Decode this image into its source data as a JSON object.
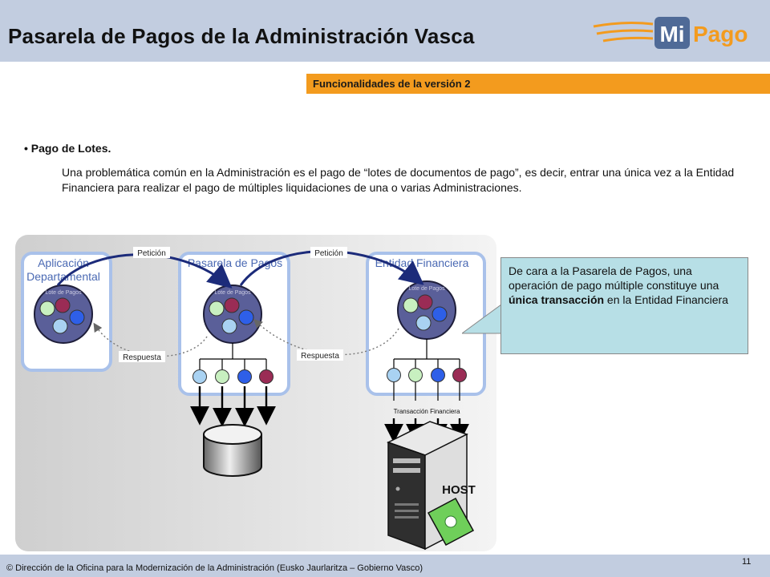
{
  "header": {
    "title": "Pasarela de Pagos de la Administración Vasca",
    "logo": {
      "part1": "Mi",
      "part2": "Pago",
      "color_mi": "#4f6a97",
      "color_pago": "#f39b1e"
    }
  },
  "section": {
    "label": "Funcionalidades de la versión 2",
    "color": "#f39b1e"
  },
  "content": {
    "bullet": "• Pago de Lotes.",
    "paragraph": "Una problemática común en la Administración es el pago de “lotes de documentos de pago”, es decir, entrar una única vez a la Entidad Financiera para realizar el pago de múltiples liquidaciones de una o varias Administraciones."
  },
  "diagram": {
    "boxes": {
      "aplicacion_line1": "Aplicación",
      "aplicacion_line2": "Departamental",
      "pasarela": "Pasarela de Pagos",
      "entidad": "Entidad Financiera"
    },
    "lote_label": "Lote de Pagos",
    "peticion": "Petición",
    "respuesta": "Respuesta",
    "transaccion": "Transacción Financiera",
    "host": "HOST",
    "colors": {
      "ball_light_green": "#c8f0c0",
      "ball_light_blue": "#a9d2f2",
      "ball_blue": "#2e5fe8",
      "ball_maroon": "#9a2c55",
      "group_circle": "#5a5f99"
    }
  },
  "callout": {
    "text_before": "De cara a la Pasarela de Pagos, una operación de pago múltiple constituye una ",
    "text_bold": "única transacción",
    "text_after": " en la Entidad Financiera"
  },
  "footer": {
    "text": "© Dirección de la Oficina para la Modernización de la Administración (Eusko Jaurlaritza – Gobierno Vasco)",
    "page": "11"
  }
}
